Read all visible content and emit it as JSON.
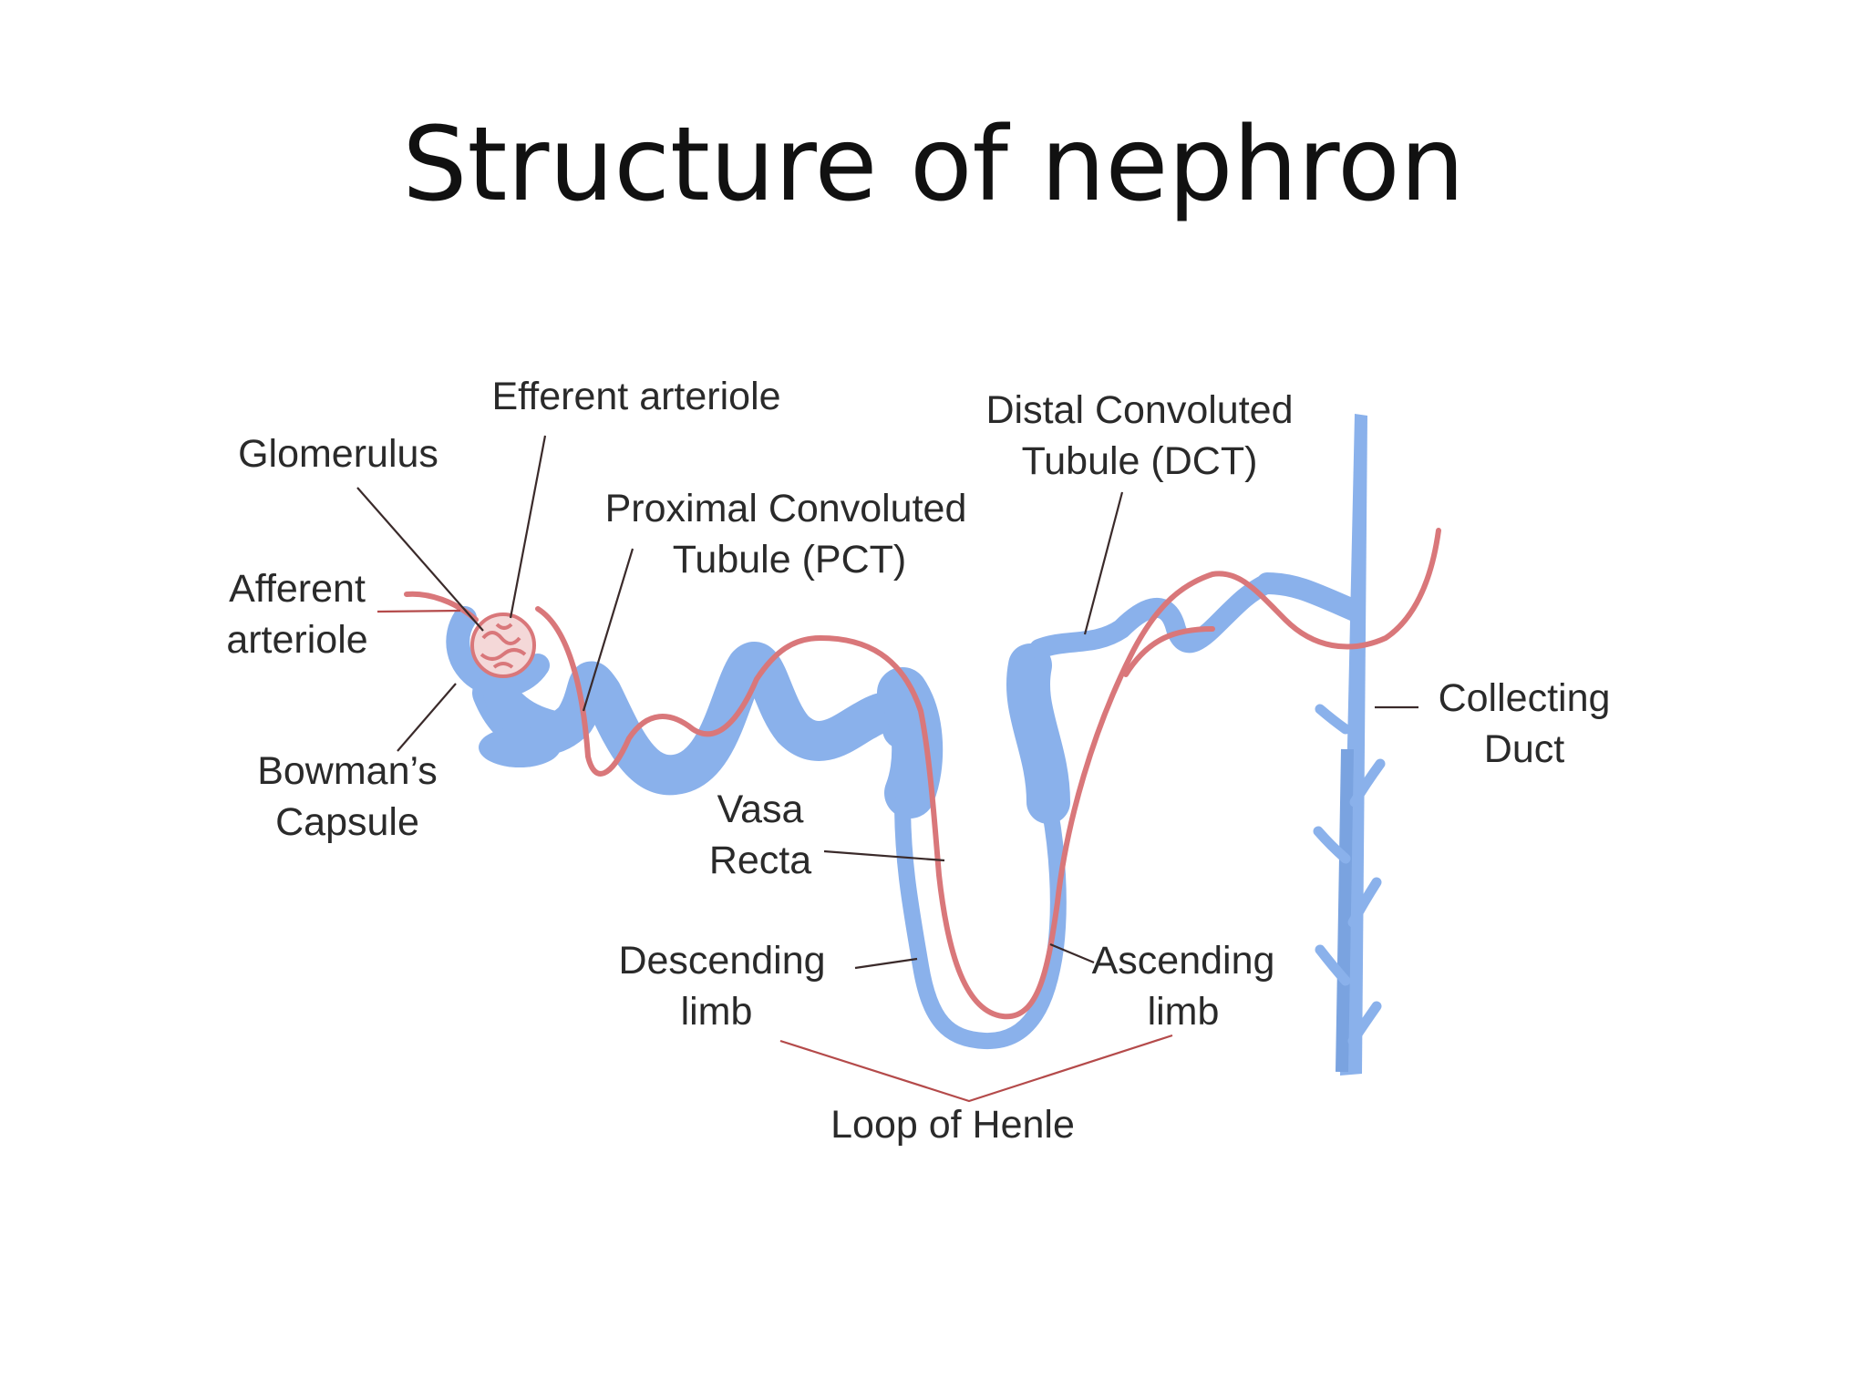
{
  "title": "Structure of nephron",
  "colors": {
    "tubule": "#8ab1eb",
    "vessel": "#d9777a",
    "text": "#2a2a2a"
  },
  "labels": {
    "efferent_arteriole": "Efferent arteriole",
    "glomerulus": "Glomerulus",
    "afferent_arteriole": [
      "Afferent",
      "arteriole"
    ],
    "bowmans_capsule": [
      "Bowman’s",
      "Capsule"
    ],
    "pct": [
      "Proximal Convoluted",
      "Tubule (PCT)"
    ],
    "dct": [
      "Distal Convoluted",
      "Tubule (DCT)"
    ],
    "collecting_duct": [
      "Collecting",
      "Duct"
    ],
    "vasa_recta": [
      "Vasa",
      "Recta"
    ],
    "descending_limb": [
      "Descending",
      "limb"
    ],
    "ascending_limb": [
      "Ascending",
      "limb"
    ],
    "loop_of_henle": "Loop of Henle"
  }
}
